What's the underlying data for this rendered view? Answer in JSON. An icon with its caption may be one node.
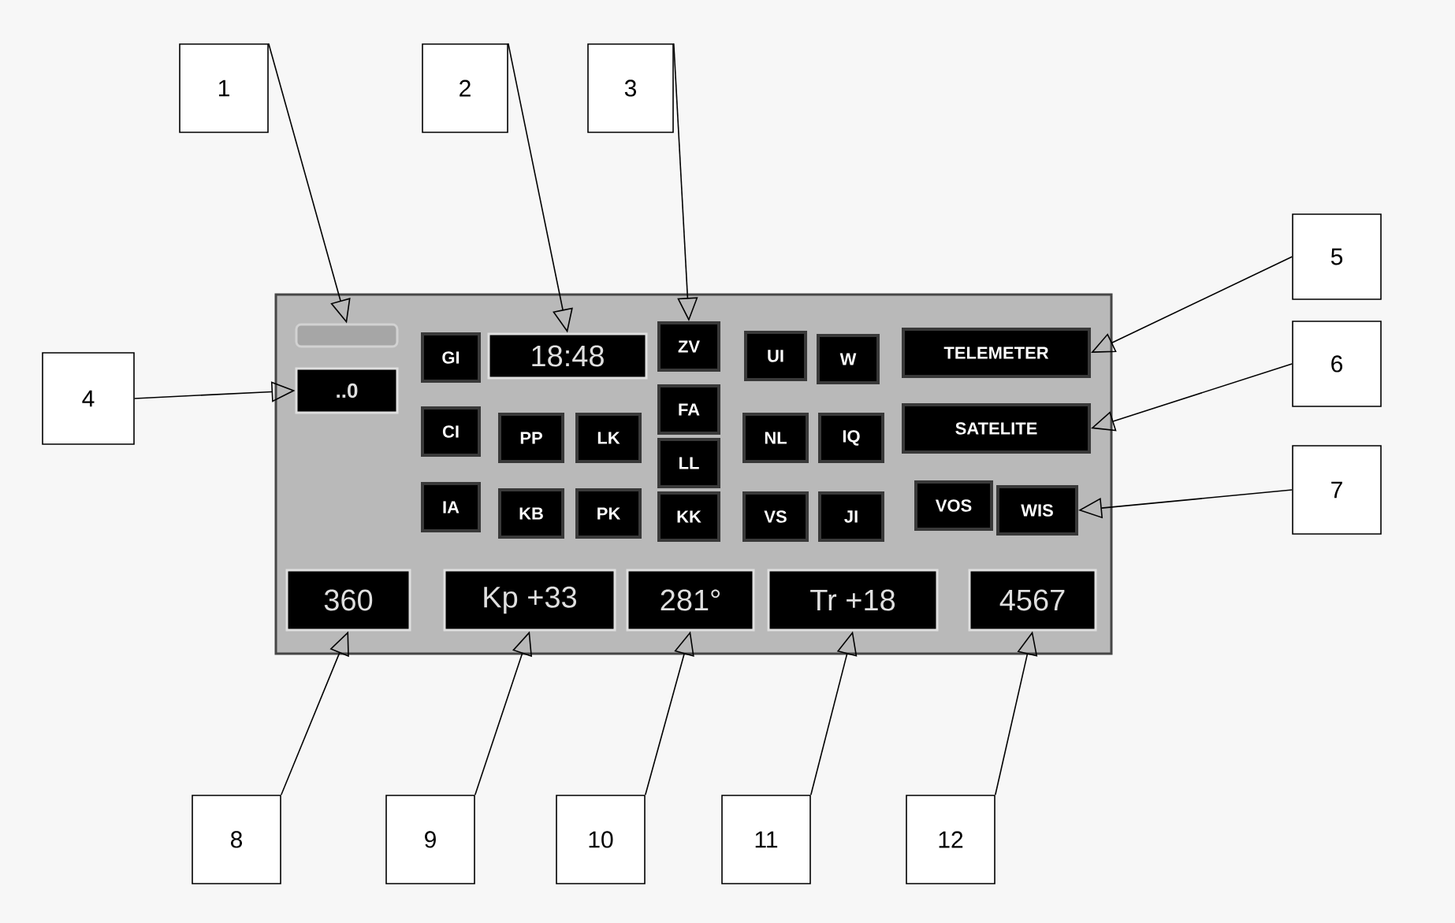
{
  "diagram": {
    "nodes": [
      {
        "text": [
          "1"
        ]
      },
      {
        "text": [
          "2"
        ]
      },
      {
        "text": [
          "3"
        ]
      },
      {
        "text": [
          "5"
        ]
      },
      {
        "text": [
          "4"
        ]
      },
      {
        "text": [
          "6"
        ]
      },
      {
        "text": [
          "7"
        ]
      },
      {
        "text": [],
        "shape": "box"
      },
      {
        "text": [],
        "shape": "bar",
        "in": 7
      },
      {
        "text": [
          "..0"
        ],
        "in": 7
      },
      {
        "text": [
          "GI"
        ],
        "in": 7
      },
      {
        "text": [
          "18:48"
        ],
        "in": 7
      },
      {
        "text": [
          "ZV"
        ],
        "in": 7
      },
      {
        "text": [
          "UI"
        ],
        "in": 7
      },
      {
        "text": [
          "W"
        ],
        "in": 7
      },
      {
        "text": [
          "TELEMETER"
        ],
        "in": 7
      },
      {
        "text": [
          "FA"
        ],
        "in": 7
      },
      {
        "text": [
          "CI"
        ],
        "in": 7
      },
      {
        "text": [
          "PP"
        ],
        "in": 7
      },
      {
        "text": [
          "LK"
        ],
        "in": 7
      },
      {
        "text": [
          "NL"
        ],
        "in": 7
      },
      {
        "text": [
          "IQ"
        ],
        "in": 7
      },
      {
        "text": [
          "SATELITE"
        ],
        "in": 7
      },
      {
        "text": [
          "LL"
        ],
        "in": 7
      },
      {
        "text": [
          "IA"
        ],
        "in": 7
      },
      {
        "text": [
          "KB"
        ],
        "in": 7
      },
      {
        "text": [
          "PK"
        ],
        "in": 7
      },
      {
        "text": [
          "KK"
        ],
        "in": 7
      },
      {
        "text": [
          "VS"
        ],
        "in": 7
      },
      {
        "text": [
          "JI"
        ],
        "in": 7
      },
      {
        "text": [
          "VOS"
        ],
        "in": 7
      },
      {
        "text": [
          "WIS"
        ],
        "in": 7
      },
      {
        "text": [
          "360"
        ],
        "in": 7
      },
      {
        "text": [
          "Kp +33"
        ],
        "in": 7
      },
      {
        "text": [
          "281°"
        ],
        "in": 7
      },
      {
        "text": [
          "Tr +18"
        ],
        "in": 7
      },
      {
        "text": [
          "4567"
        ],
        "in": 7
      },
      {
        "text": [
          "8"
        ]
      },
      {
        "text": [
          "9"
        ]
      },
      {
        "text": [
          "10"
        ]
      },
      {
        "text": [
          "11"
        ]
      },
      {
        "text": [
          "12"
        ]
      }
    ],
    "edges": [
      {
        "from": 0,
        "to": 8,
        "arrow": "to"
      },
      {
        "from": 1,
        "to": 11,
        "arrow": "to"
      },
      {
        "from": 2,
        "to": 12,
        "arrow": "to"
      },
      {
        "from": 3,
        "to": 15,
        "arrow": "to"
      },
      {
        "from": 4,
        "to": 9,
        "arrow": "to"
      },
      {
        "from": 5,
        "to": 22,
        "arrow": "to"
      },
      {
        "from": 6,
        "to": 31,
        "arrow": "to"
      },
      {
        "from": 37,
        "to": 32,
        "arrow": "to"
      },
      {
        "from": 38,
        "to": 33,
        "arrow": "to"
      },
      {
        "from": 39,
        "to": 34,
        "arrow": "to"
      },
      {
        "from": 40,
        "to": 35,
        "arrow": "to"
      },
      {
        "from": 41,
        "to": 36,
        "arrow": "to"
      }
    ]
  }
}
